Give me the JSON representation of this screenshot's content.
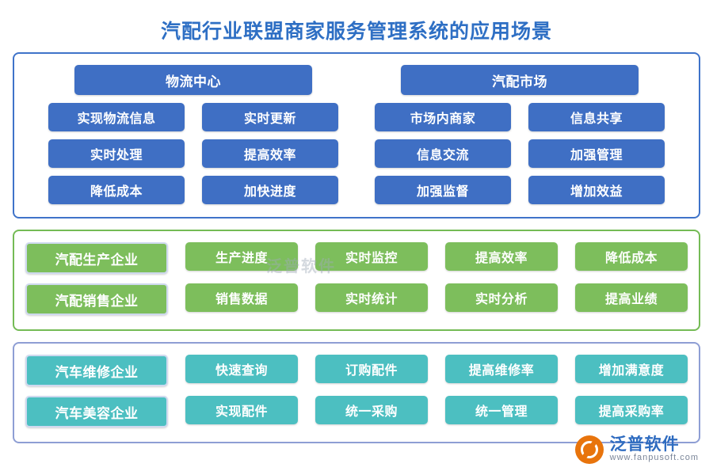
{
  "title": "汽配行业联盟商家服务管理系统的应用场景",
  "colors": {
    "title": "#2e6fc4",
    "blue": "#3f6fc4",
    "green": "#7dbe5c",
    "teal": "#4cbfc1",
    "panel_blue_border": "#3f73c9",
    "panel_green_border": "#74bb55",
    "panel_teal_border": "#8e9ed4",
    "logo_orange": "#e8740c"
  },
  "sections": [
    {
      "name": "logistics-market",
      "columns": [
        {
          "head": "物流中心",
          "items": [
            "实现物流信息",
            "实时更新",
            "实时处理",
            "提高效率",
            "降低成本",
            "加快进度"
          ]
        },
        {
          "head": "汽配市场",
          "items": [
            "市场内商家",
            "信息共享",
            "信息交流",
            "加强管理",
            "加强监督",
            "增加效益"
          ]
        }
      ]
    },
    {
      "name": "production-sales",
      "rows": [
        {
          "lead": "汽配生产企业",
          "items": [
            "生产进度",
            "实时监控",
            "提高效率",
            "降低成本"
          ]
        },
        {
          "lead": "汽配销售企业",
          "items": [
            "销售数据",
            "实时统计",
            "实时分析",
            "提高业绩"
          ]
        }
      ]
    },
    {
      "name": "repair-beauty",
      "rows": [
        {
          "lead": "汽车维修企业",
          "items": [
            "快速查询",
            "订购配件",
            "提高维修率",
            "增加满意度"
          ]
        },
        {
          "lead": "汽车美容企业",
          "items": [
            "实现配件",
            "统一采购",
            "统一管理",
            "提高采购率"
          ]
        }
      ]
    }
  ],
  "watermark": "泛普软件",
  "logo": {
    "name": "泛普软件",
    "sub": "www.fanpusoft.com"
  }
}
